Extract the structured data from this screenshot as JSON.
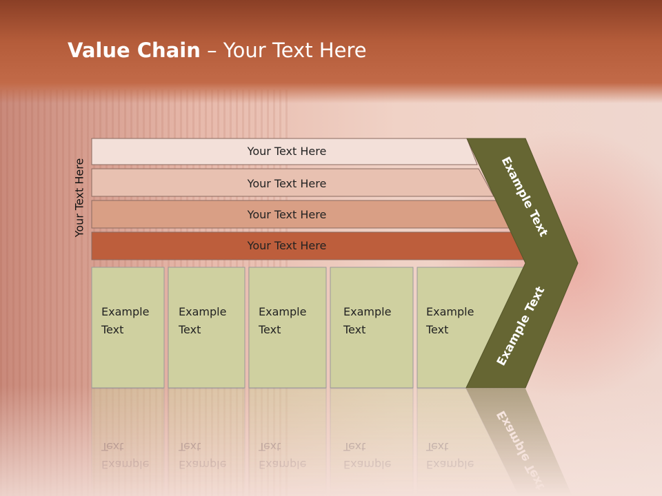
{
  "title": {
    "bold": "Value Chain",
    "rest": " – Your Text Here"
  },
  "side_label": "Your Text Here",
  "rows": [
    {
      "label": "Your Text Here",
      "color": "#f3e0d9"
    },
    {
      "label": "Your Text Here",
      "color": "#e8c1b1"
    },
    {
      "label": "Your Text Here",
      "color": "#d99f85"
    },
    {
      "label": "Your Text Here",
      "color": "#bd5e3c"
    }
  ],
  "boxes": [
    "Example Text",
    "Example Text",
    "Example Text",
    "Example Text",
    "Example Text"
  ],
  "chevron_top": "Example Text",
  "chevron_bottom": "Example Text",
  "colors": {
    "box_fill": "#cfd0a0",
    "chevron": "#666633",
    "header": "#b45c3a"
  }
}
